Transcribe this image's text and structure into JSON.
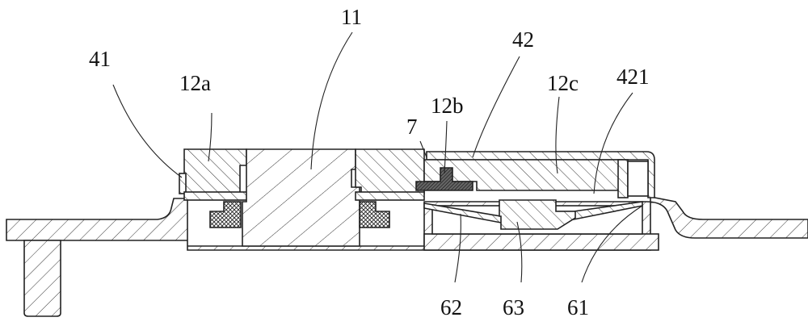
{
  "figure": {
    "labels": {
      "l41": "41",
      "l12a": "12a",
      "l11": "11",
      "l7": "7",
      "l12b": "12b",
      "l42": "42",
      "l12c": "12c",
      "l421": "421",
      "l62": "62",
      "l63": "63",
      "l61": "61"
    }
  }
}
